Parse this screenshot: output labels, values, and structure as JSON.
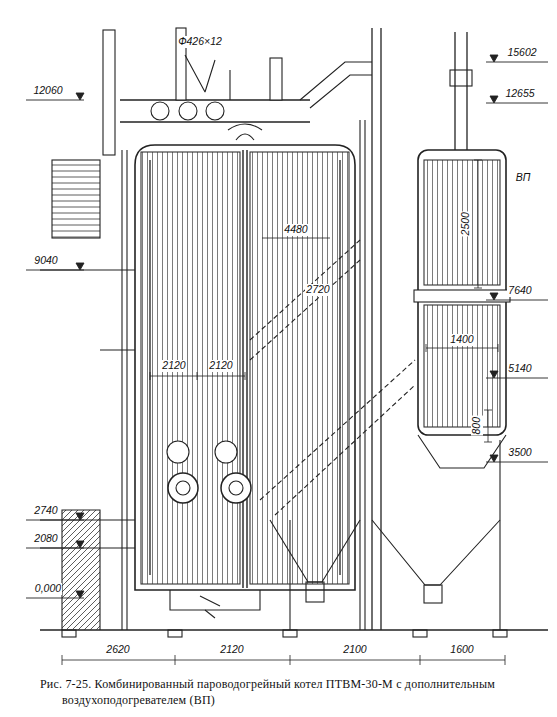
{
  "diagram": {
    "caption": "Рис. 7-25. Комбинированный пароводогрейный котел ПТВМ-30-М с дополнительным воздухоподогревателем (ВП)",
    "labels": [
      "Ф426×12",
      "15602",
      "12060",
      "12655",
      "9040",
      "4480",
      "2720",
      "2500",
      "ВП",
      "7640",
      "1400",
      "5140",
      "2120",
      "2120",
      "800",
      "3500",
      "2740",
      "2080",
      "0,000",
      "2620",
      "2120",
      "2100",
      "1600"
    ]
  }
}
